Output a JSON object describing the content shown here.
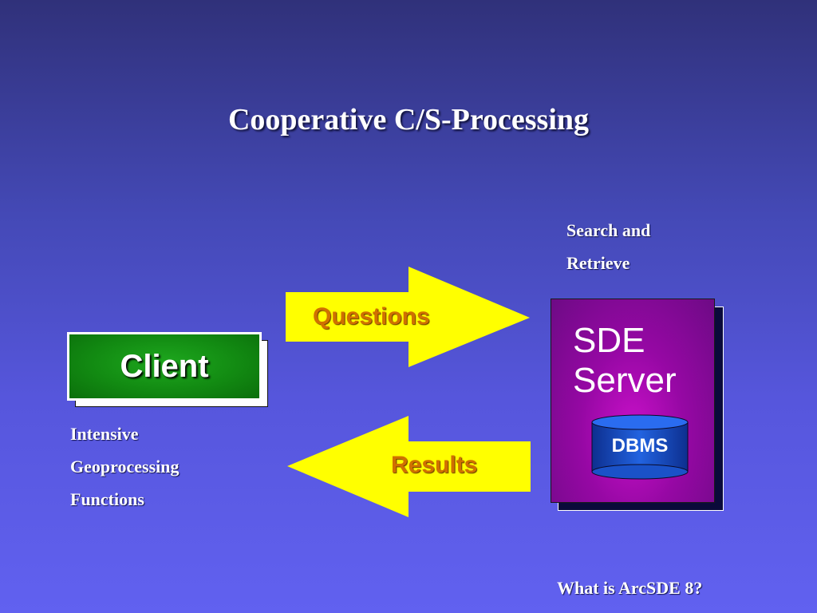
{
  "slide": {
    "title": "Cooperative C/S-Processing",
    "footer": "What is ArcSDE 8?"
  },
  "notes": {
    "server_lines": [
      "Search and",
      "Retrieve"
    ],
    "client_lines": [
      "Intensive",
      "Geoprocessing",
      "Functions"
    ]
  },
  "nodes": {
    "client": "Client",
    "server_lines": [
      "SDE",
      "Server"
    ],
    "database": "DBMS"
  },
  "arrows": {
    "to_server": "Questions",
    "to_client": "Results"
  },
  "colors": {
    "background_top": "#30317a",
    "background_bottom": "#6161f0",
    "client_fill": "#128a12",
    "server_fill": "#9608a4",
    "arrow_fill": "#ffff00",
    "arrow_text": "#d07000",
    "db_fill": "#1a52c8"
  }
}
